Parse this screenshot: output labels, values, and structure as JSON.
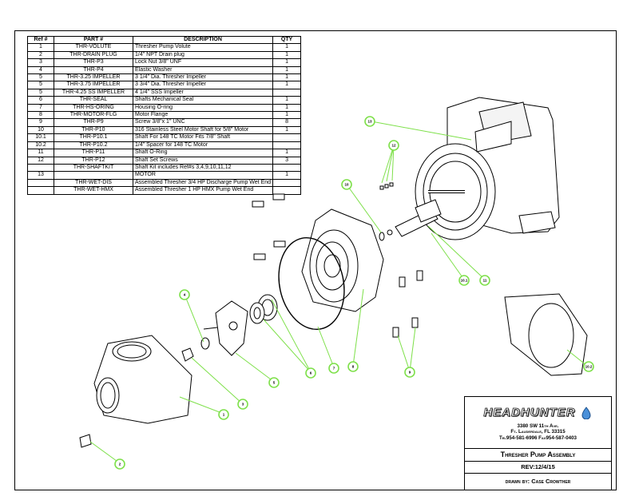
{
  "table": {
    "headers": [
      "Ref #",
      "PART #",
      "DESCRIPTION",
      "QTY"
    ],
    "rows": [
      [
        "1",
        "THR-VOLUTE",
        "Thresher Pump Volute",
        "1"
      ],
      [
        "2",
        "THR-DRAIN PLUG",
        "1/4\" NPT Drain plug",
        "1"
      ],
      [
        "3",
        "THR-P3",
        "Lock Nut 3/8\" UNF",
        "1"
      ],
      [
        "4",
        "THR-P4",
        "Elastic Washer",
        "1"
      ],
      [
        "5",
        "THR-3.25 IMPELLER",
        "3 1/4\" Dia. Thresher Impeller",
        "1"
      ],
      [
        "5",
        "THR-3.75 IMPELLER",
        "3 3/4\" Dia. Thresher Impeller",
        "1"
      ],
      [
        "5",
        "THR-4.25 SS IMPELLER",
        "4 1/4\" SSS Impeller",
        ""
      ],
      [
        "6",
        "THR-SEAL",
        "Shafts Mechanical Seal",
        "1"
      ],
      [
        "7",
        "THR-HS-ORING",
        "Housing O-ring",
        "1"
      ],
      [
        "8",
        "THR-MOTOR-FLG",
        "Motor Flange",
        "1"
      ],
      [
        "9",
        "THR-P9",
        "Screw 3/8\"x 1\" UNC",
        "8"
      ],
      [
        "10",
        "THR-P10",
        "316 Stainless Steel Motor Shaft for 5/8\" Motor",
        "1"
      ],
      [
        "10.1",
        "THR-P10.1",
        "Shaft For 148 TC Motor Fits 7/8\" Shaft",
        ""
      ],
      [
        "10.2",
        "THR-P10.2",
        "1/4\" Spacer for 148 TC Motor",
        ""
      ],
      [
        "11",
        "THR-P11",
        "Shaft O-Ring",
        "1"
      ],
      [
        "12",
        "THR-P12",
        "Shaft Set Screws",
        "3"
      ],
      [
        "",
        "THR-SHAFTKIT",
        "Shaft Kit includes Ref#s  3,4,9,10,11,12",
        ""
      ],
      [
        "13",
        "",
        "MOTOR",
        "1"
      ],
      [
        "",
        "THR-WET-DIS",
        "Assembled Thresher 3/4 HP Discharge Pump Wet End",
        ""
      ],
      [
        "",
        "THR-WET-HMX",
        "Assembled Thresher 1 HP HMX Pump Wet End",
        ""
      ]
    ]
  },
  "callouts": [
    "1",
    "2",
    "3",
    "4",
    "5",
    "6",
    "7",
    "8",
    "9",
    "10",
    "10.1",
    "11",
    "12",
    "13",
    "10.2"
  ],
  "title_block": {
    "brand": "HEADHUNTER",
    "address_line1": "3380 SW 11th Ave.",
    "address_line2": "Ft. Lauderdale, FL 33315",
    "phone_fax": "Tel954-581-6996   Fax954-587-0403",
    "drawing_title": "Thresher Pump Assembly",
    "revision": "REV:12/4/15",
    "drawn_by": "drawn by: Case Crowther"
  },
  "colors": {
    "callout": "#7ee04a",
    "line": "#000000"
  }
}
